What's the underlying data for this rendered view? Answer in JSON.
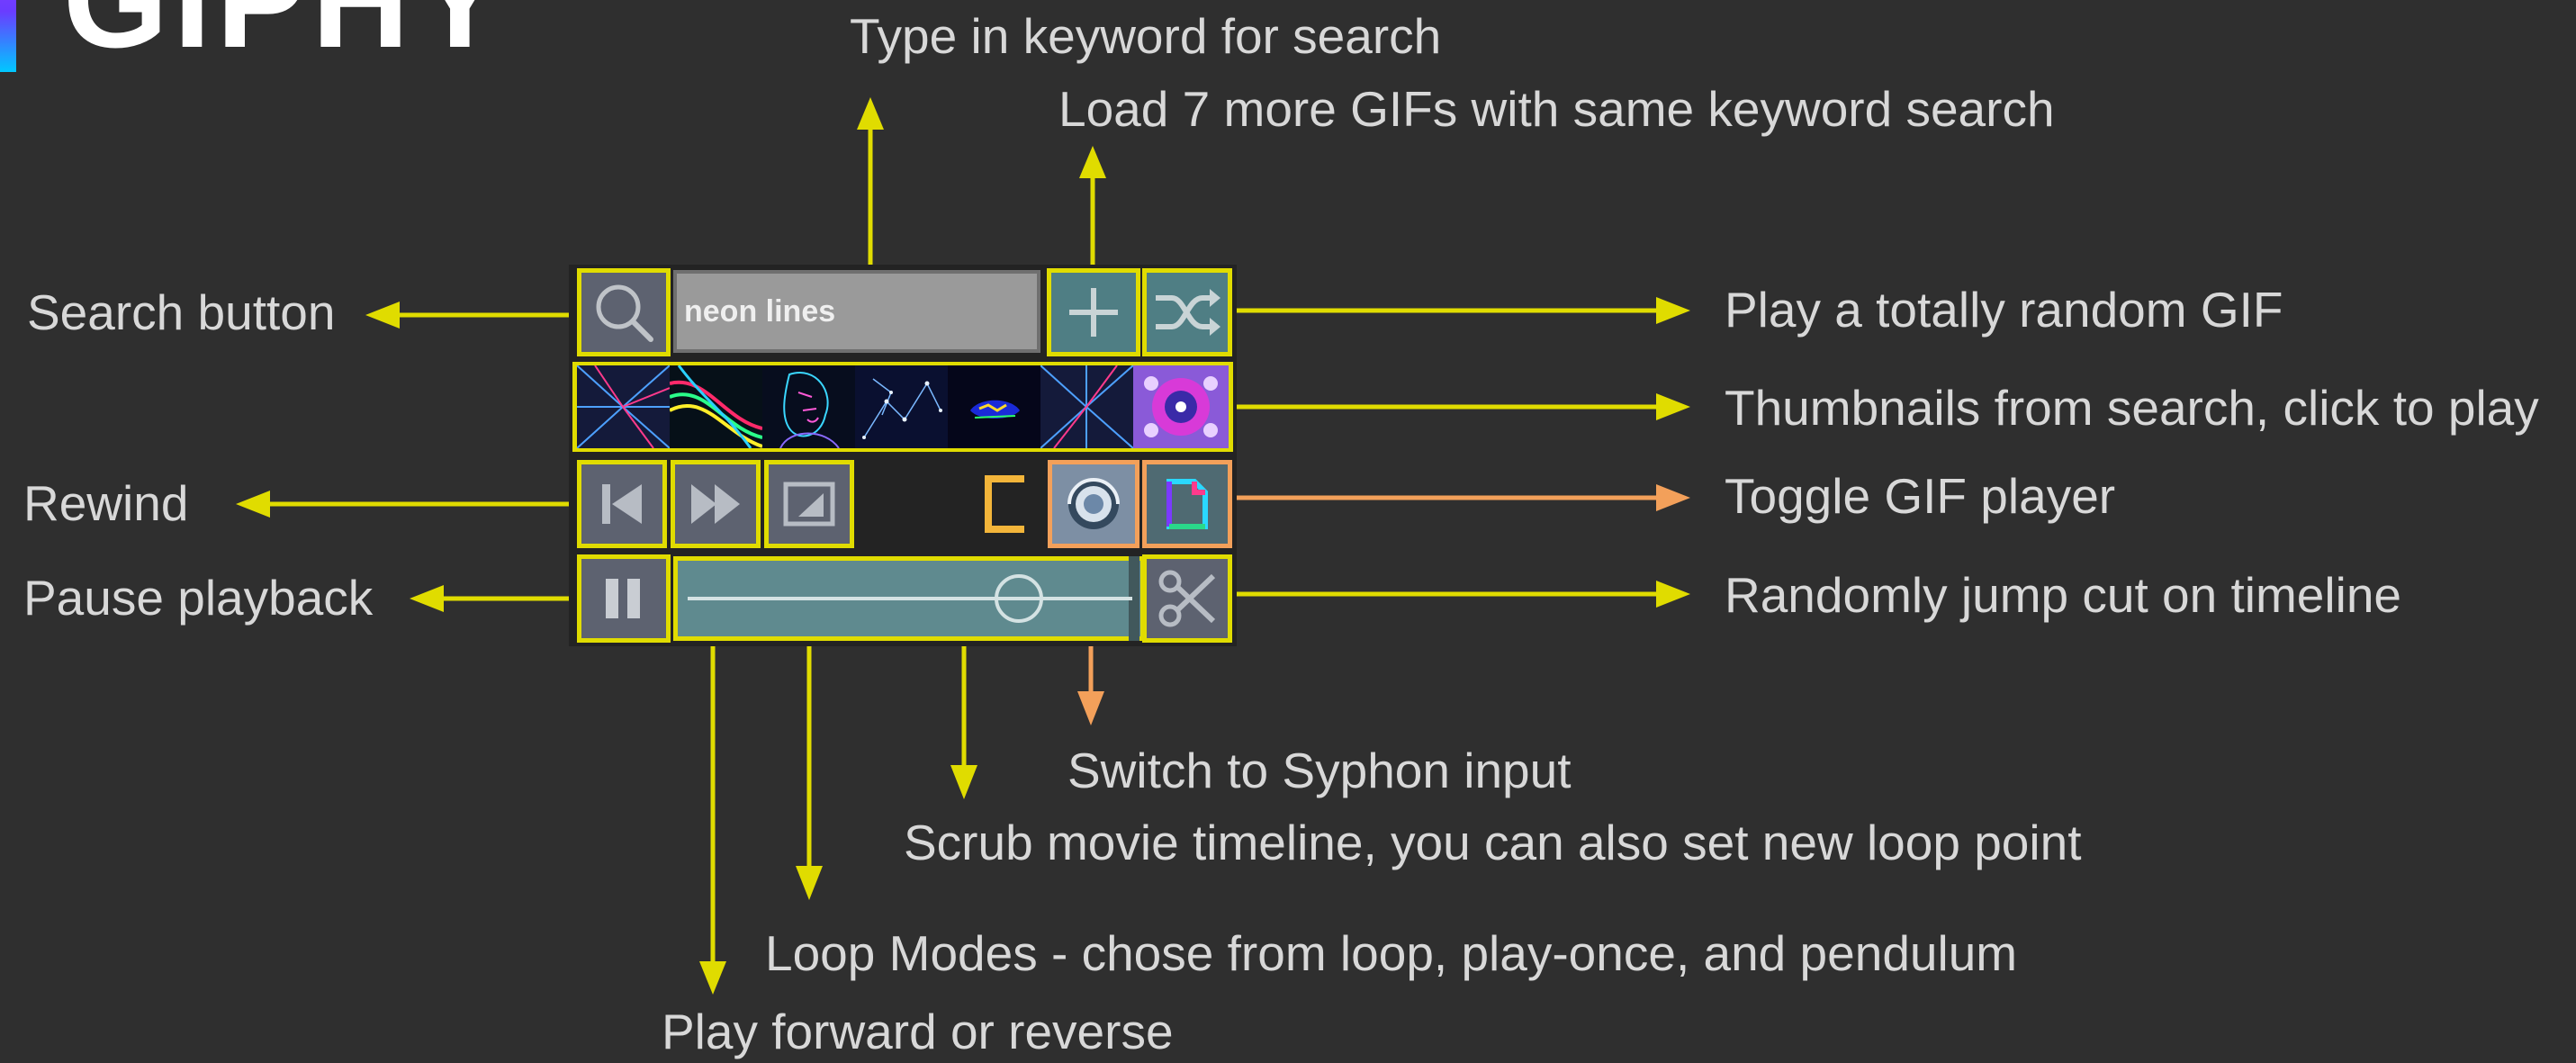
{
  "logo": {
    "text": "GIPHY"
  },
  "widget": {
    "search_value": "neon lines"
  },
  "labels": {
    "type_keyword": "Type in keyword for search",
    "load_more": "Load 7 more GIFs with same keyword search",
    "search_button": "Search button",
    "random_gif": "Play a totally random GIF",
    "thumbnails": "Thumbnails from search, click to play",
    "rewind": "Rewind",
    "toggle_player": "Toggle GIF player",
    "pause": "Pause playback",
    "jump_cut": "Randomly jump cut on timeline",
    "syphon": "Switch to Syphon input",
    "scrub": "Scrub movie timeline, you can also set new loop point",
    "loop_modes": "Loop Modes - chose from loop, play-once, and pendulum",
    "play_direction": "Play forward or reverse"
  },
  "colors": {
    "background": "#2f2f2f",
    "highlight_yellow": "#e0dc00",
    "highlight_orange": "#f3a05a",
    "label_text": "#d8d8d8"
  }
}
